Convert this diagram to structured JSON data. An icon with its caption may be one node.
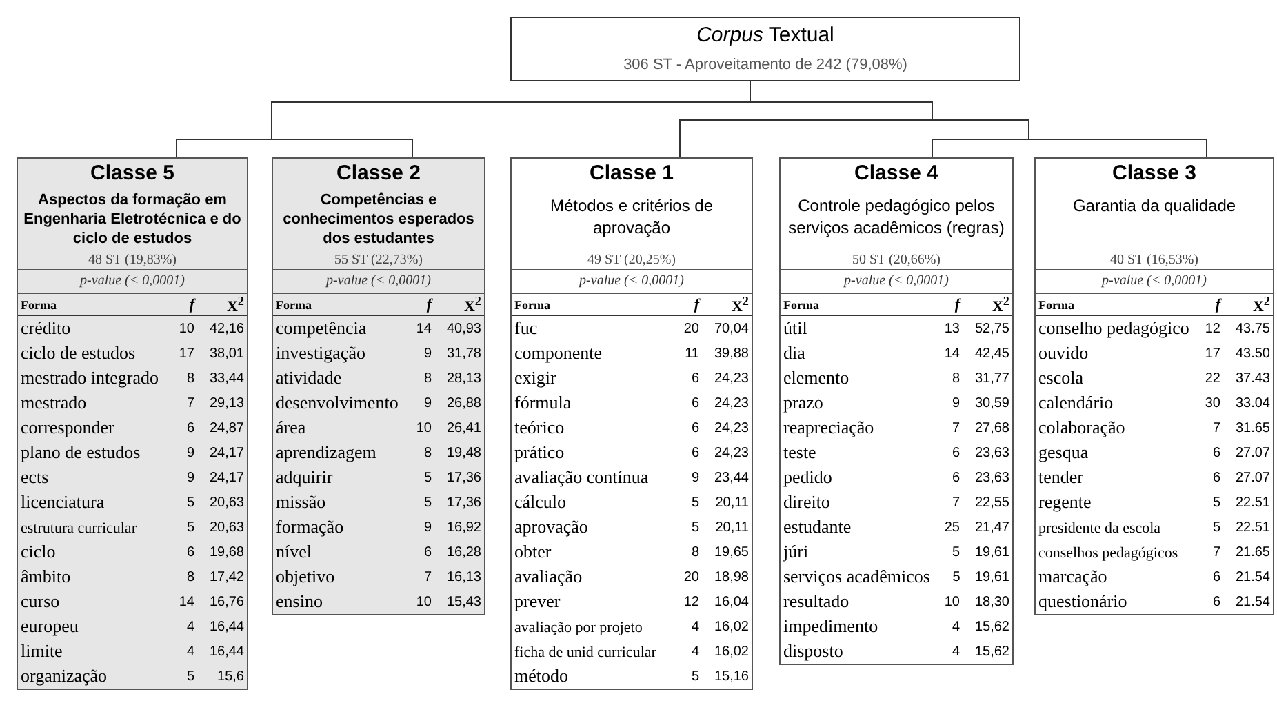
{
  "diagram": {
    "nodes": [
      {
        "text": [
          "*Corpus* Textual",
          "306 ST - Aproveitamento de 242 (79,08%)"
        ]
      },
      {
        "text": [
          "Classe 5",
          "Aspectos da formação em Engenharia Eletrotécnica e do ciclo de estudos",
          "48 ST (19,83%)",
          "p-value (< 0,0001)",
          "Forma",
          "f",
          "X$^{2}$",
          "crédito",
          "10",
          "42,16",
          "ciclo de estudos",
          "17",
          "38,01",
          "mestrado integrado",
          "8",
          "33,44",
          "mestrado",
          "7",
          "29,13",
          "corresponder",
          "6",
          "24,87",
          "plano de estudos",
          "9",
          "24,17",
          "ects",
          "9",
          "24,17",
          "licenciatura",
          "5",
          "20,63",
          "estrutura curricular",
          "5",
          "20,63",
          "ciclo",
          "6",
          "19,68",
          "âmbito",
          "8",
          "17,42",
          "curso",
          "14",
          "16,76",
          "europeu",
          "4",
          "16,44",
          "limite",
          "4",
          "16,44",
          "organização",
          "5",
          "15,6"
        ]
      },
      {
        "text": [
          "Classe 2",
          "Competências e conhecimentos esperados dos estudantes",
          "55 ST (22,73%)",
          "p-value (< 0,0001)",
          "Forma",
          "f",
          "X$^{2}$",
          "competência",
          "14",
          "40,93",
          "investigação",
          "9",
          "31,78",
          "atividade",
          "8",
          "28,13",
          "desenvolvimento",
          "9",
          "26,88",
          "área",
          "10",
          "26,41",
          "aprendizagem",
          "8",
          "19,48",
          "adquirir",
          "5",
          "17,36",
          "missão",
          "5",
          "17,36",
          "formação",
          "9",
          "16,92",
          "nível",
          "6",
          "16,28",
          "objetivo",
          "7",
          "16,13",
          "ensino",
          "10",
          "15,43"
        ]
      },
      {
        "text": [
          "Classe 1",
          "Métodos e critérios de aprovação",
          "49 ST (20,25%)",
          "p-value (< 0,0001)",
          "Forma",
          "f",
          "X$^{2}$",
          "fuc",
          "20",
          "70,04",
          "componente",
          "11",
          "39,88",
          "exigir",
          "6",
          "24,23",
          "fórmula",
          "6",
          "24,23",
          "teórico",
          "6",
          "24,23",
          "prático",
          "6",
          "24,23",
          "avaliação contínua",
          "9",
          "23,44",
          "cálculo",
          "5",
          "20,11",
          "aprovação",
          "5",
          "20,11",
          "obter",
          "8",
          "19,65",
          "avaliação",
          "20",
          "18,98",
          "prever",
          "12",
          "16,04",
          "avaliação por projeto",
          "4",
          "16,02",
          "ficha de unid curricular",
          "4",
          "16,02",
          "método",
          "5",
          "15,16"
        ]
      },
      {
        "text": [
          "Classe 4",
          "Controle pedagógico pelos serviços acadêmicos (regras)",
          "50 ST (20,66%)",
          "p-value (< 0,0001)",
          "Forma",
          "f",
          "X$^{2}$",
          "útil",
          "13",
          "52,75",
          "dia",
          "14",
          "42,45",
          "elemento",
          "8",
          "31,77",
          "prazo",
          "9",
          "30,59",
          "reapreciação",
          "7",
          "27,68",
          "teste",
          "6",
          "23,63",
          "pedido",
          "6",
          "23,63",
          "direito",
          "7",
          "22,55",
          "estudante",
          "25",
          "21,47",
          "júri",
          "5",
          "19,61",
          "serviços acadêmicos",
          "5",
          "19,61",
          "resultado",
          "10",
          "18,30",
          "impedimento",
          "4",
          "15,62",
          "disposto",
          "4",
          "15,62"
        ]
      },
      {
        "text": [
          "Classe 3",
          "Garantia da qualidade",
          "40 ST (16,53%)",
          "p-value (< 0,0001)",
          "Forma",
          "f",
          "X$^{2}$",
          "conselho pedagógico",
          "12",
          "43.75",
          "ouvido",
          "17",
          "43.50",
          "escola",
          "22",
          "37.43",
          "calendário",
          "30",
          "33.04",
          "colaboração",
          "7",
          "31.65",
          "gesqua",
          "6",
          "27.07",
          "tender",
          "6",
          "27.07",
          "regente",
          "5",
          "22.51",
          "presidente da escola",
          "5",
          "22.51",
          "conselhos pedagógicos",
          "7",
          "21.65",
          "marcação",
          "6",
          "21.54",
          "questionário",
          "6",
          "21.54"
        ]
      }
    ],
    "edges": [
      {
        "from": 0,
        "to": 1,
        "arrow": "none"
      },
      {
        "from": 0,
        "to": 2,
        "arrow": "none"
      },
      {
        "from": 0,
        "to": 3,
        "arrow": "none"
      },
      {
        "from": 0,
        "to": 4,
        "arrow": "none"
      },
      {
        "from": 0,
        "to": 5,
        "arrow": "none"
      }
    ]
  }
}
